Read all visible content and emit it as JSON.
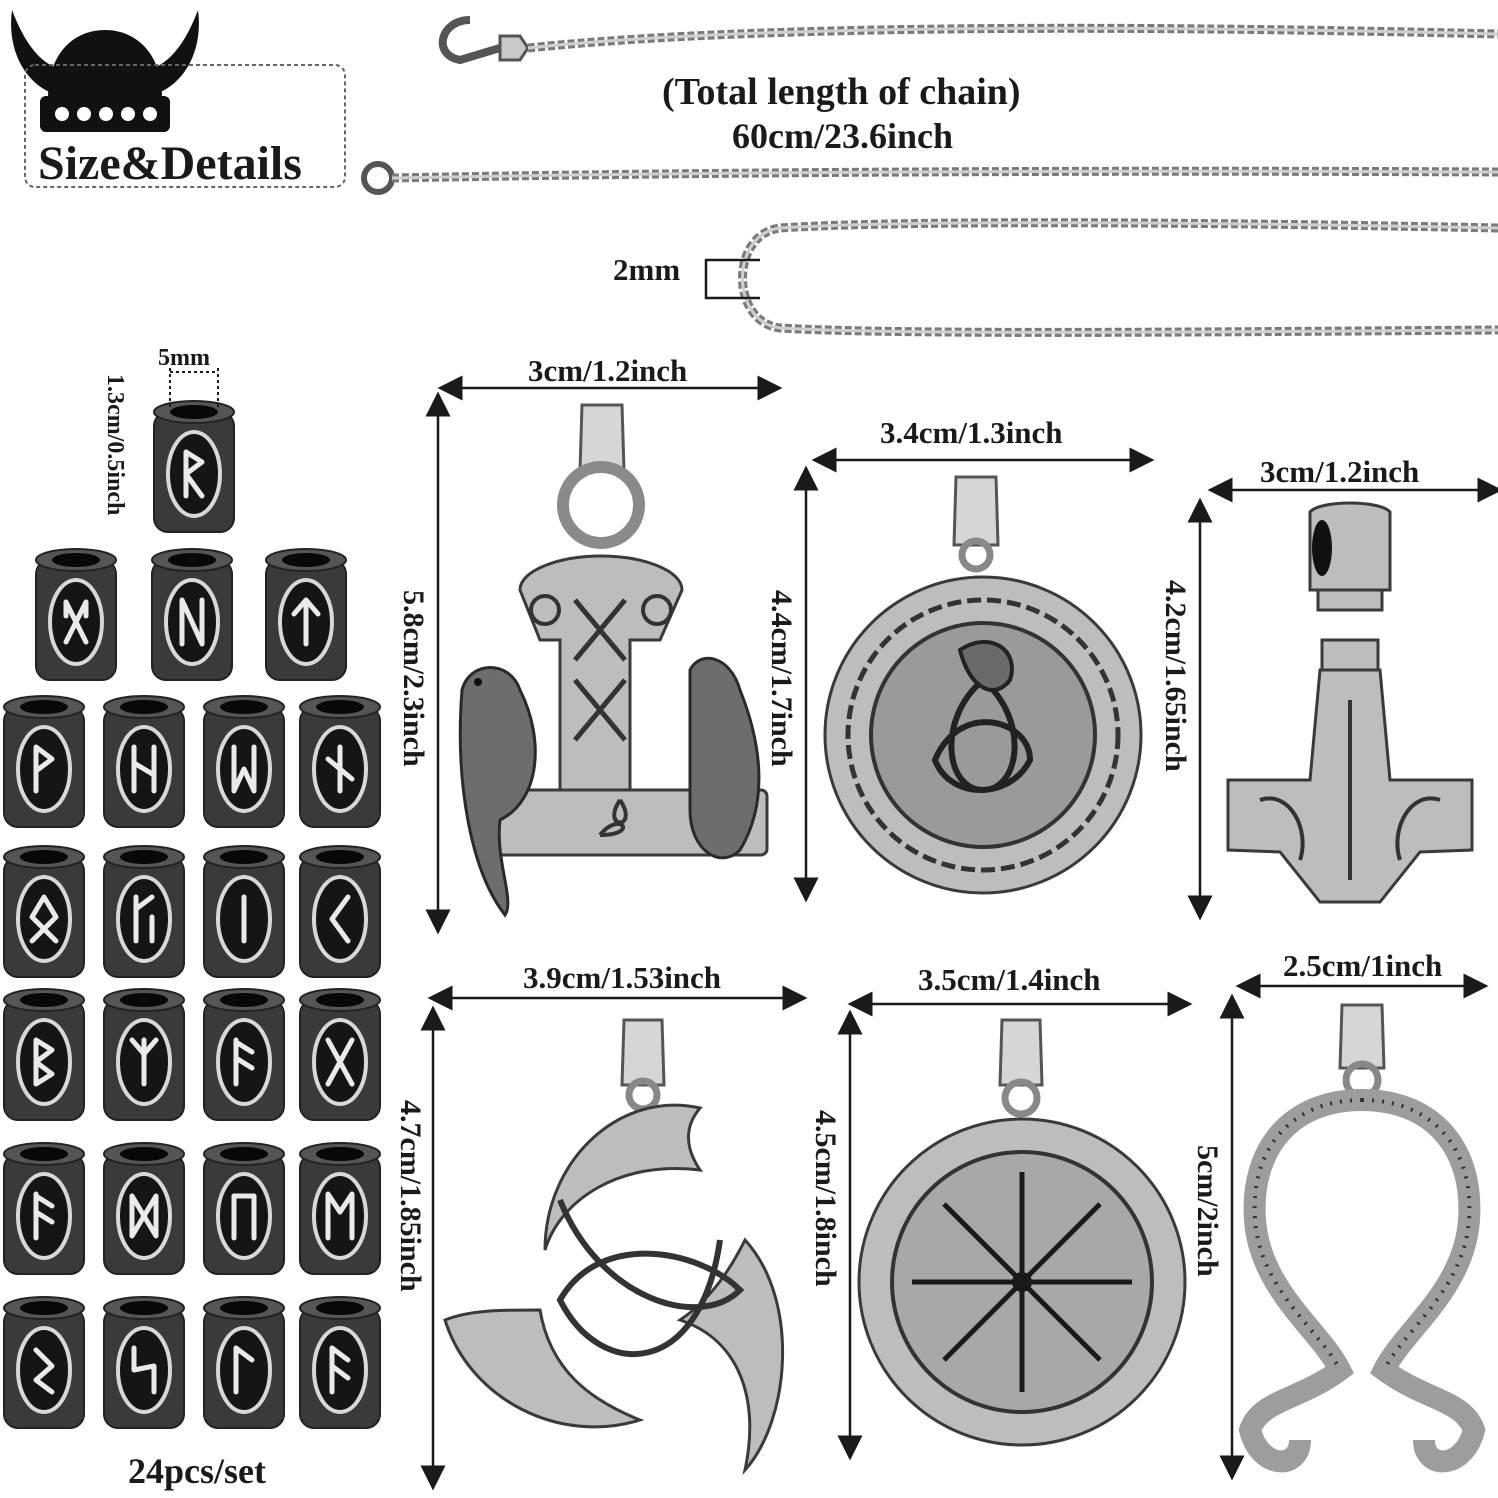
{
  "header": {
    "badge_text": "Size&Details"
  },
  "chain": {
    "caption_line1": "(Total length of chain)",
    "caption_line2": "60cm/23.6inch",
    "thickness": "2mm"
  },
  "beads": {
    "width_label": "5mm",
    "height_label": "1.3cm/0.5inch",
    "count_label": "24pcs/set"
  },
  "pendants": [
    {
      "name": "thors-hammer-ravens",
      "width": "3cm/1.2inch",
      "height": "5.8cm/2.3inch"
    },
    {
      "name": "celtic-dragon-medallion",
      "width": "3.4cm/1.3inch",
      "height": "4.4cm/1.7inch"
    },
    {
      "name": "mjolnir-hammer",
      "width": "3cm/1.2inch",
      "height": "4.2cm/1.65inch"
    },
    {
      "name": "triple-horn-odin",
      "width": "3.9cm/1.53inch",
      "height": "4.7cm/1.85inch"
    },
    {
      "name": "vegvisir-compass",
      "width": "3.5cm/1.4inch",
      "height": "4.5cm/1.8inch"
    },
    {
      "name": "troll-cross",
      "width": "2.5cm/1inch",
      "height": "5cm/2inch"
    }
  ]
}
